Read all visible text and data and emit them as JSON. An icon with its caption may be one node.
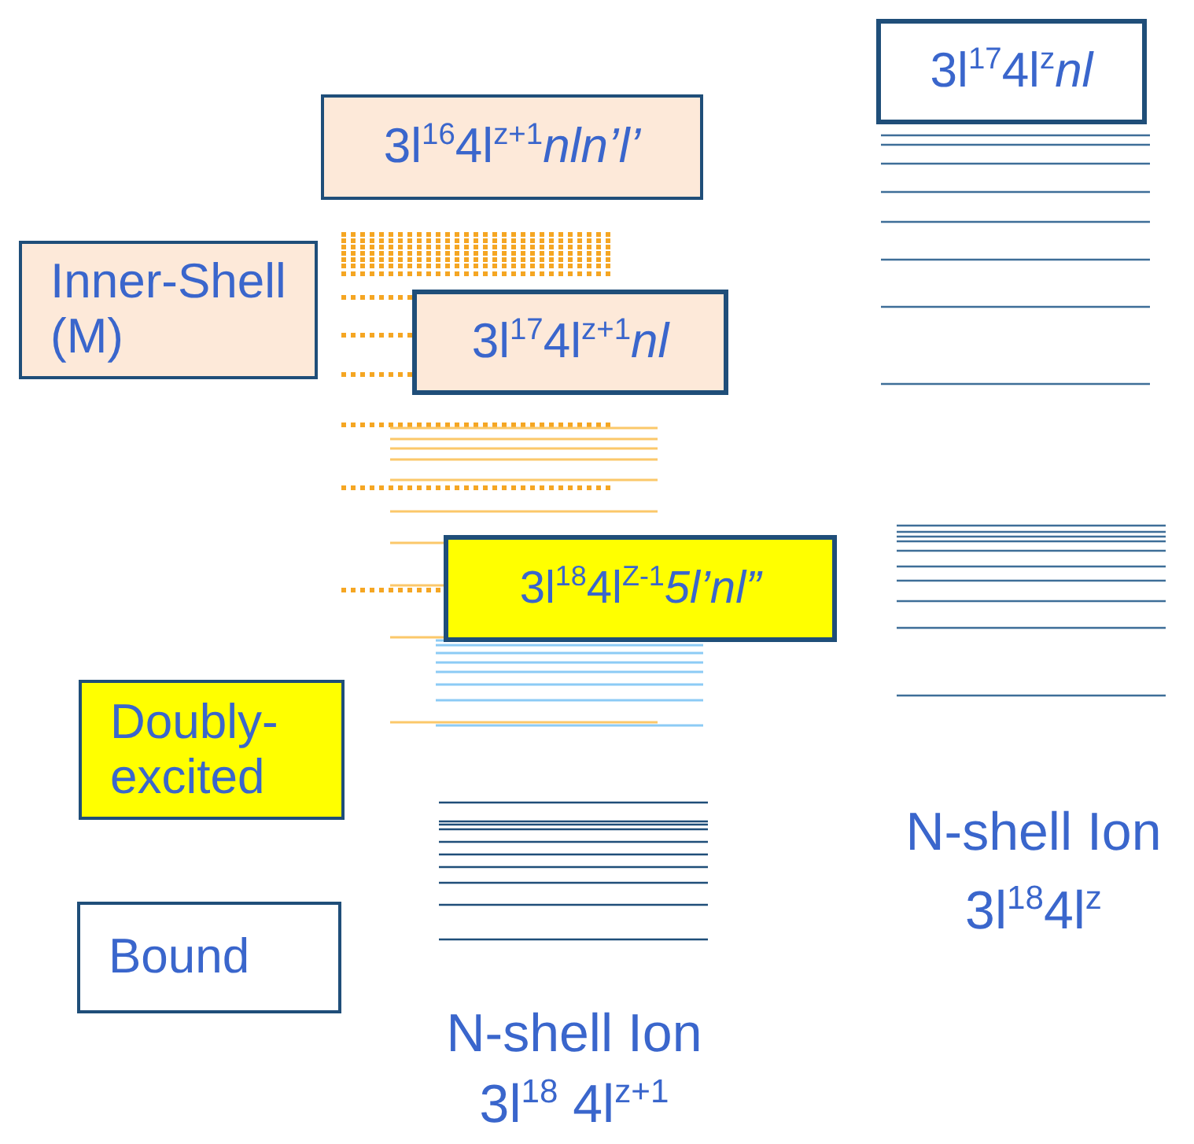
{
  "diagram": {
    "nodes": [
      {
        "text": [
          "3l$^{17}$4l$^{z}$*nl*"
        ]
      },
      {
        "text": [
          "3l$^{16}$4l$^{z+1}$*nln’l’*"
        ]
      },
      {
        "text": [
          "Inner-Shell (M)"
        ]
      },
      {
        "text": [
          "3l$^{17}$4l$^{z+1}$*nl*"
        ]
      },
      {
        "text": [
          "3l$^{18}$4l$^{Z-1}$*5l’nl”*"
        ]
      },
      {
        "text": [
          "Doubly-excited"
        ]
      },
      {
        "text": [
          "Bound"
        ]
      }
    ],
    "labels": [
      "N-shell Ion",
      "3l$^{18}$4l$^{z}$",
      "N-shell Ion",
      "3l$^{18}$ 4l$^{z+1}$"
    ]
  }
}
